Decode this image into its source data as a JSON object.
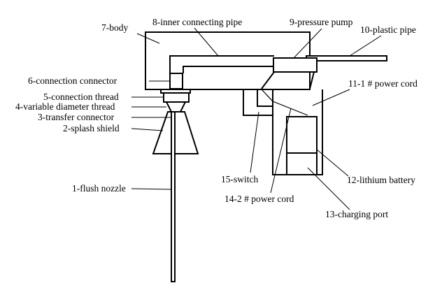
{
  "labels": {
    "body": "7-body",
    "inner_connecting_pipe": "8-inner connecting pipe",
    "pressure_pump": "9-pressure pump",
    "plastic_pipe": "10-plastic pipe",
    "connection_connector": "6-connection connector",
    "connection_thread": "5-connection thread",
    "variable_diameter_thread": "4-variable diameter thread",
    "transfer_connector": "3-transfer connector",
    "splash_shield": "2-splash shield",
    "power_cord_11_1": "11-1 # power cord",
    "flush_nozzle": "1-flush nozzle",
    "switch": "15-switch",
    "lithium_battery": "12-lithium battery",
    "power_cord_14_2": "14-2 # power cord",
    "charging_port": "13-charging port"
  },
  "colors": {
    "stroke": "#000000",
    "background": "#ffffff"
  }
}
